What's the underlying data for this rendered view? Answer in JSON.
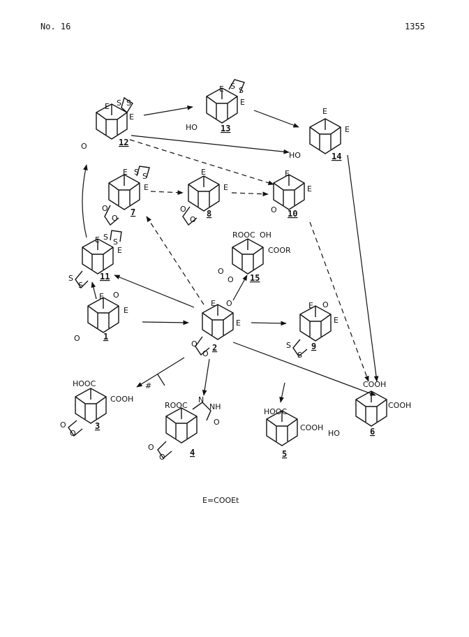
{
  "header": {
    "left": "No. 16",
    "right": "1355"
  },
  "legend": "E=COOEt",
  "compounds": [
    {
      "id": "c12",
      "number": "12",
      "labels": [
        "E",
        "E",
        "S",
        "S",
        "O"
      ]
    },
    {
      "id": "c13",
      "number": "13",
      "labels": [
        "E",
        "S",
        "S",
        "E",
        "HO"
      ]
    },
    {
      "id": "c14",
      "number": "14",
      "labels": [
        "E",
        "E",
        "HO"
      ]
    },
    {
      "id": "c7",
      "number": "7",
      "labels": [
        "E",
        "S",
        "S",
        "E",
        "O",
        "O"
      ]
    },
    {
      "id": "c8",
      "number": "8",
      "labels": [
        "E",
        "E",
        "O",
        "O"
      ]
    },
    {
      "id": "c10",
      "number": "10",
      "labels": [
        "E",
        "E",
        "O"
      ]
    },
    {
      "id": "c11",
      "number": "11",
      "labels": [
        "E",
        "S",
        "S",
        "E",
        "S",
        "S"
      ]
    },
    {
      "id": "c15",
      "number": "15",
      "labels": [
        "ROOC",
        "OH",
        "COOR",
        "O",
        "O"
      ]
    },
    {
      "id": "c1",
      "number": "1",
      "labels": [
        "E",
        "O",
        "E",
        "O"
      ]
    },
    {
      "id": "c2",
      "number": "2",
      "labels": [
        "E",
        "O",
        "E",
        "O",
        "O"
      ]
    },
    {
      "id": "c9",
      "number": "9",
      "labels": [
        "E",
        "O",
        "E",
        "S",
        "S"
      ]
    },
    {
      "id": "c3",
      "number": "3",
      "labels": [
        "HOOC",
        "COOH",
        "O",
        "O"
      ]
    },
    {
      "id": "c4",
      "number": "4",
      "labels": [
        "ROOC",
        "N",
        "NH",
        "O",
        "O",
        "O"
      ]
    },
    {
      "id": "c5",
      "number": "5",
      "labels": [
        "HOOC",
        "COOH"
      ]
    },
    {
      "id": "c6",
      "number": "6",
      "labels": [
        "COOH",
        "COOH",
        "HO"
      ]
    }
  ],
  "arrow_marks": [
    "#"
  ]
}
